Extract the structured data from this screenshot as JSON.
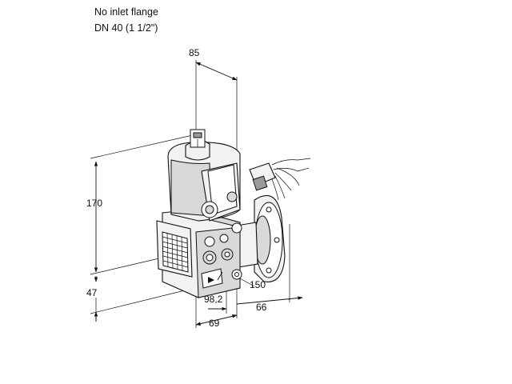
{
  "caption": {
    "line1": "No inlet flange",
    "line2": "DN 40 (1 1/2\")"
  },
  "dimensions": {
    "width_top": "85",
    "height_main": "170",
    "height_lower": "47",
    "flange_diameter": "150",
    "offset_98": "98,2",
    "depth_66": "66",
    "width_69": "69"
  },
  "colors": {
    "line": "#111111",
    "body_fill": "#f2f2f2",
    "shade": "#d9d9d9"
  }
}
